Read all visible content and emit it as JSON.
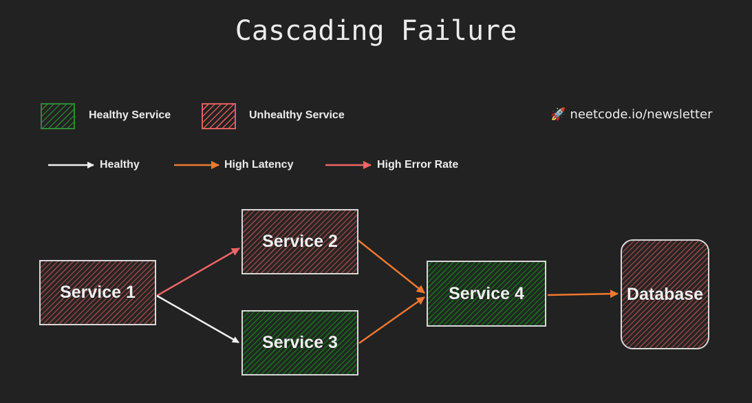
{
  "title": "Cascading Failure",
  "brand": {
    "icon": "rocket-icon",
    "glyph": "🚀",
    "text": "neetcode.io/newsletter"
  },
  "legend": {
    "boxes": [
      {
        "label": "Healthy Service",
        "status": "healthy"
      },
      {
        "label": "Unhealthy Service",
        "status": "unhealthy"
      }
    ],
    "arrows": [
      {
        "label": "Healthy",
        "color": "#f0f0f0"
      },
      {
        "label": "High Latency",
        "color": "#f07830"
      },
      {
        "label": "High Error Rate",
        "color": "#f06468"
      }
    ]
  },
  "colors": {
    "background": "#222222",
    "healthy": "#2f8a36",
    "unhealthy": "#e06060",
    "arrow_healthy": "#f0f0f0",
    "arrow_latency": "#f07830",
    "arrow_error": "#f06468"
  },
  "nodes": [
    {
      "id": "service1",
      "label": "Service 1",
      "status": "unhealthy"
    },
    {
      "id": "service2",
      "label": "Service 2",
      "status": "unhealthy"
    },
    {
      "id": "service3",
      "label": "Service 3",
      "status": "healthy"
    },
    {
      "id": "service4",
      "label": "Service 4",
      "status": "healthy"
    },
    {
      "id": "database",
      "label": "Database",
      "status": "unhealthy"
    }
  ],
  "edges": [
    {
      "from": "service1",
      "to": "service2",
      "type": "High Error Rate"
    },
    {
      "from": "service1",
      "to": "service3",
      "type": "Healthy"
    },
    {
      "from": "service2",
      "to": "service4",
      "type": "High Latency"
    },
    {
      "from": "service3",
      "to": "service4",
      "type": "High Latency"
    },
    {
      "from": "service4",
      "to": "database",
      "type": "High Latency"
    }
  ]
}
